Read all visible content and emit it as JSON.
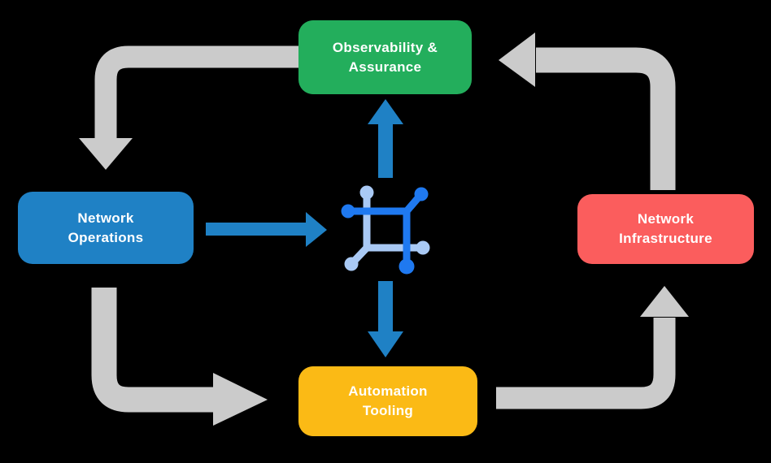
{
  "diagram": {
    "background_color": "#000000",
    "text_color": "#FFFFFF",
    "nodes": {
      "observability": {
        "label_lines": [
          "Observability &",
          "Assurance"
        ],
        "color": "#23AE5C"
      },
      "operations": {
        "label_lines": [
          "Network",
          "Operations"
        ],
        "color": "#1F81C5"
      },
      "infrastructure": {
        "label_lines": [
          "Network",
          "Infrastructure"
        ],
        "color": "#FB5D5D"
      },
      "automation": {
        "label_lines": [
          "Automation",
          "Tooling"
        ],
        "color": "#FBBA15"
      }
    },
    "colors": {
      "cycle_arrow": "#CBCBCB",
      "flow_arrow": "#1F81C5",
      "icon_primary": "#1F79F0",
      "icon_secondary": "#A9C9F4"
    }
  }
}
